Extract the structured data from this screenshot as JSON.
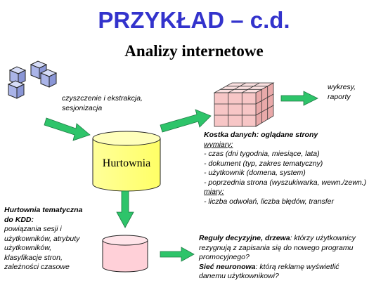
{
  "title": "PRZYKŁAD – c.d.",
  "subtitle": "Analizy internetowe",
  "colors": {
    "title": "#3333cc",
    "cube_blue": "#aab4e8",
    "arrow_green": "#2ec46a",
    "warehouse_yellow": "#ffff88",
    "kostka_pink": "#f7c6c6",
    "thematic_pink": "#ffd0d8"
  },
  "sources": {
    "icon": "stacked-cubes-icon",
    "process_lines": [
      "czyszczenie i ekstrakcja,",
      "sesjonizacja"
    ]
  },
  "warehouse": {
    "label": "Hurtownia"
  },
  "outputs": {
    "lines": [
      "wykresy,",
      "raporty"
    ]
  },
  "kostka": {
    "heading": "Kostka danych: oglądane strony",
    "dims_heading": "wymiary:",
    "dims": [
      "- czas (dni tygodnia, miesiące, lata)",
      "- dokument (typ, zakres tematyczny)",
      "- użytkownik (domena, system)",
      "- poprzednia strona (wyszukiwarka, wewn./zewn.)"
    ],
    "measures_heading": "miary:",
    "measures": [
      "- liczba odwołań, liczba błędów, transfer"
    ]
  },
  "thematic": {
    "heading_lines": [
      "Hurtownia tematyczna",
      "do KDD:"
    ],
    "lines": [
      "powiązania sesji i",
      "użytkowników, atrybuty",
      "użytkowników,",
      "klasyfikacje stron,",
      "zależności czasowe"
    ]
  },
  "rules": {
    "label1": "Reguły decyzyjne, drzewa",
    "text1_first": ": którzy użytkownicy",
    "text1_rest": [
      "rezygnują z zapisania się do nowego programu",
      "promocyjnego?"
    ],
    "label2": "Sieć neuronowa",
    "text2_first": ": którą reklamę wyświetlić",
    "text2_rest": [
      "danemu użytkownikowi?"
    ]
  }
}
